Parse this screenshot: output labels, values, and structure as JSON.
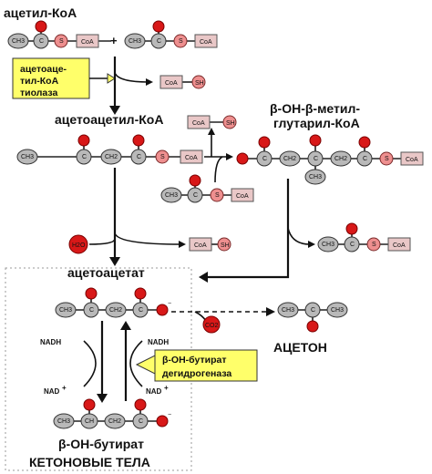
{
  "titles": {
    "acetyl_coa": "ацетил-КоА",
    "acetoacetyl_coa": "ацетоацетил-КоА",
    "hmg_coa_line1": "β-ОН-β-метил-",
    "hmg_coa_line2": "глутарил-КоА",
    "acetoacetate": "ацетоацетат",
    "acetone": "АЦЕТОН",
    "b_oh_butyrate": "β-ОН-бутират",
    "ketone_bodies": "КЕТОНОВЫЕ ТЕЛА"
  },
  "enzymes": {
    "thiolase_line1": "ацетоаце-",
    "thiolase_line2": "тил-КоА",
    "thiolase_line3": "тиолаза",
    "dehydrogenase_line1": "β-ОН-бутират",
    "dehydrogenase_line2": "дегидрогеназа"
  },
  "cofactors": {
    "nadh_left": "NADH",
    "nad_left": "NAD",
    "nadh_right": "NADH",
    "nad_right": "NAD",
    "plus_sign": "+"
  },
  "atoms": {
    "ch3": "CH3",
    "ch2": "CH2",
    "ch": "CH",
    "c": "C",
    "s": "S",
    "o": "O",
    "coa": "CoA",
    "sh": "SH",
    "h2o": "H2O",
    "co2": "CO2",
    "oh": "OH"
  },
  "colors": {
    "carbon": "#b9b9b9",
    "oxygen": "#d81818",
    "sulfur": "#ee8f8f",
    "coa_box": "#e9c7c7",
    "enzyme_box": "#ffff6a"
  }
}
